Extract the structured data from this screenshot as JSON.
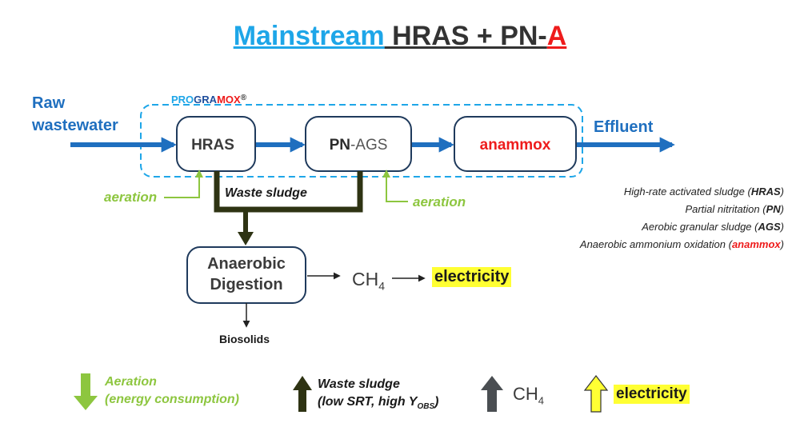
{
  "title": {
    "part1": "Mainstream",
    "part2": " HRAS + PN-",
    "part3": "A"
  },
  "programox": {
    "p1": "PRO",
    "p2": "GRA",
    "p3": "MOX",
    "mark": "®"
  },
  "inputs": {
    "raw_line1": "Raw",
    "raw_line2": "wastewater",
    "effluent": "Effluent"
  },
  "boxes": {
    "hras": "HRAS",
    "pn": "PN",
    "ags": "-AGS",
    "anammox": "anammox",
    "ad_line1": "Anaerobic",
    "ad_line2": "Digestion"
  },
  "labels": {
    "aeration_left": "aeration",
    "aeration_right": "aeration",
    "waste_sludge": "Waste sludge",
    "ch4": "CH",
    "ch4_sub": "4",
    "electricity": "electricity",
    "biosolids": "Biosolids"
  },
  "legend": {
    "hras_pre": "High-rate activated sludge (",
    "hras_b": "HRAS",
    "hras_post": ")",
    "pn_pre": "Partial nitritation (",
    "pn_b": "PN",
    "pn_post": ")",
    "ags_pre": "Aerobic granular sludge (",
    "ags_b": "AGS",
    "ags_post": ")",
    "ana_pre": "Anaerobic ammonium oxidation (",
    "ana_b": "anammox",
    "ana_post": ")"
  },
  "bottom_legend": {
    "aeration_l1": "Aeration",
    "aeration_l2": "(energy consumption)",
    "waste_l1": "Waste sludge",
    "waste_l2": "(low SRT, high Y",
    "waste_sub": "OBS",
    "waste_close": ")",
    "ch4": "CH",
    "ch4_sub": "4",
    "electricity": "electricity"
  },
  "colors": {
    "blue": "#1f6fbf",
    "light_blue": "#1ea6e8",
    "green": "#8dc63f",
    "red": "#ee1c1c",
    "dark_olive": "#2e3313",
    "yellow": "#ffff33"
  }
}
